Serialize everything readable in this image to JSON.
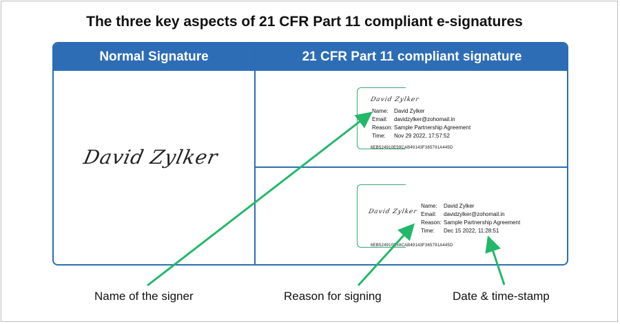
{
  "title": "The three key aspects of 21 CFR Part 11 compliant e-signatures",
  "table": {
    "left_header": "Normal Signature",
    "right_header": "21 CFR Part 11 compliant signature"
  },
  "normal_signature": "David Zylker",
  "signature_1": {
    "cursive": "David Zylker",
    "name_label": "Name:",
    "name": "David Zylker",
    "email_label": "Email:",
    "email": "davidzylker@zohomail.in",
    "reason_label": "Reason:",
    "reason": "Sample Partnership Agreement",
    "time_label": "Time:",
    "time": "Nov 29 2022, 17:57:52",
    "hash": "6EB524910E59CAB49143F365791A445D"
  },
  "signature_2": {
    "cursive": "David Zylker",
    "name_label": "Name:",
    "name": "David Zylker",
    "email_label": "Email:",
    "email": "davidzylker@zohomail.in",
    "reason_label": "Reason:",
    "reason": "Sample Partnership Agreement",
    "time_label": "Time:",
    "time": "Dec 15 2022, 11:28:51",
    "hash": "6EB524910E59CAB49143F365791A445D"
  },
  "labels": {
    "signer": "Name of the signer",
    "reason": "Reason for signing",
    "datetime": "Date & time-stamp"
  },
  "colors": {
    "header_blue": "#2d6db6",
    "arrow_green": "#22b86a",
    "card_green": "#3aa870"
  }
}
